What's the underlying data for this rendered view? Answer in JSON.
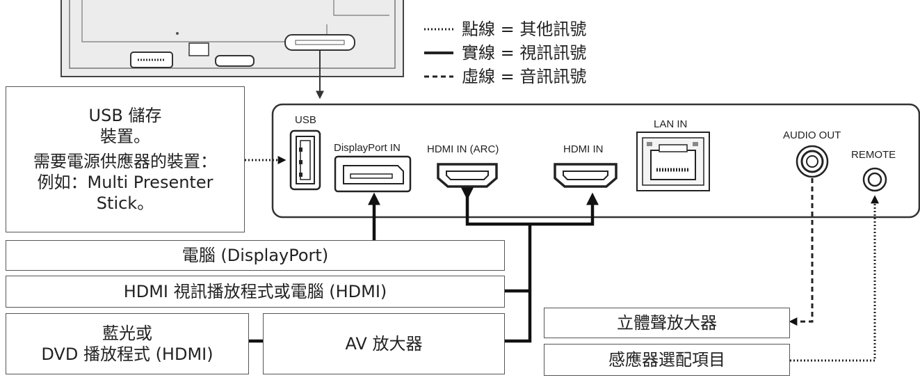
{
  "legend": {
    "dotted": "點線 = 其他訊號",
    "solid": "實線 = 視訊訊號",
    "dashed": "虛線 = 音訊訊號"
  },
  "ports": {
    "usb": "USB",
    "displayport_in": "DisplayPort IN",
    "hdmi_in_arc": "HDMI IN (ARC)",
    "hdmi_in": "HDMI IN",
    "lan_in": "LAN IN",
    "audio_out": "AUDIO OUT",
    "remote": "REMOTE"
  },
  "devices": {
    "usb_storage_line1": "USB 儲存",
    "usb_storage_line2": "裝置。",
    "usb_powered_line1": "需要電源供應器的裝置：",
    "usb_powered_line2": "例如：Multi Presenter",
    "usb_powered_line3": "Stick。",
    "pc_displayport": "電腦 (DisplayPort)",
    "hdmi_player": "HDMI 視訊播放程式或電腦 (HDMI)",
    "bluray_line1": "藍光或",
    "bluray_line2": "DVD 播放程式 (HDMI)",
    "av_amp": "AV 放大器",
    "stereo_amp": "立體聲放大器",
    "sensor": "感應器選配項目"
  }
}
